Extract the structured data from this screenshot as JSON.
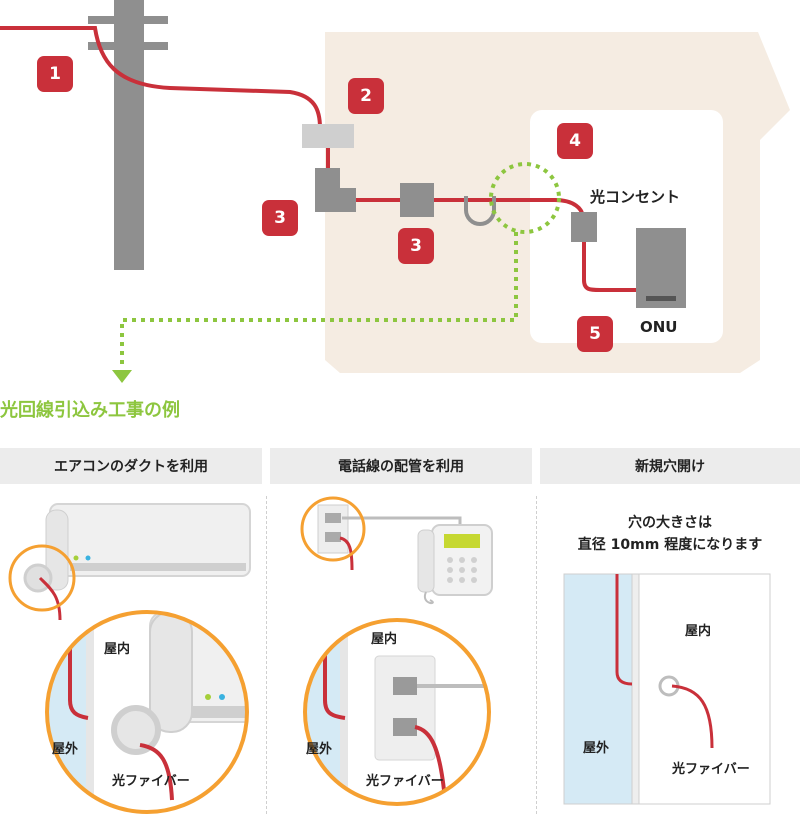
{
  "diagram": {
    "badges": [
      "1",
      "2",
      "3",
      "3",
      "4",
      "5"
    ],
    "labels": {
      "hikari_outlet": "光コンセント",
      "onu": "ONU"
    }
  },
  "section_title": "光回線引込み工事の例",
  "panels": [
    {
      "title": "エアコンのダクトを利用",
      "indoor": "屋内",
      "outdoor": "屋外",
      "fiber": "光ファイバー"
    },
    {
      "title": "電話線の配管を利用",
      "indoor": "屋内",
      "outdoor": "屋外",
      "fiber": "光ファイバー"
    },
    {
      "title": "新規穴開け",
      "note_line1": "穴の大きさは",
      "note_line2": "直径 10mm 程度になります",
      "indoor": "屋内",
      "outdoor": "屋外",
      "fiber": "光ファイバー"
    }
  ],
  "colors": {
    "fiber_red": "#c9303a",
    "badge_red": "#c9303a",
    "house_beige": "#f5ece2",
    "pole_gray": "#8f8f8f",
    "route_green": "#8dc63f",
    "ring_orange": "#f5a031",
    "wall_blue": "#d5eaf5"
  }
}
